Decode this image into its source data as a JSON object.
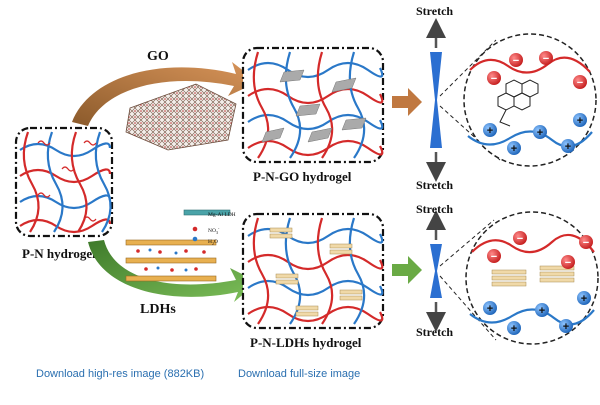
{
  "labels": {
    "pn_hydrogel": "P-N hydrogel",
    "go": "GO",
    "ldhs": "LDHs",
    "pn_go_hydrogel": "P-N-GO hydrogel",
    "pn_ldhs_hydrogel": "P-N-LDHs hydrogel",
    "stretch_top_1": "Stretch",
    "stretch_bottom_1": "Stretch",
    "stretch_top_2": "Stretch",
    "stretch_bottom_2": "Stretch",
    "mg_al_ldh": "Mg-Al LDH",
    "no3": "NO",
    "no3_sub": "3",
    "no3_sup": "-",
    "h2o_h": "H",
    "h2o_sub": "2",
    "h2o_o": "O"
  },
  "charges": {
    "plus": "+",
    "minus": "−"
  },
  "links": {
    "high_res": "Download high-res image (882KB)",
    "full_size": "Download full-size image"
  },
  "colors": {
    "red_chain": "#d42a2a",
    "blue_chain": "#2a78c8",
    "go_arrow": "#b5703a",
    "ldh_arrow": "#5e9a3c",
    "stretch_bar": "#2b6fd1",
    "link": "#2a6fb0"
  }
}
